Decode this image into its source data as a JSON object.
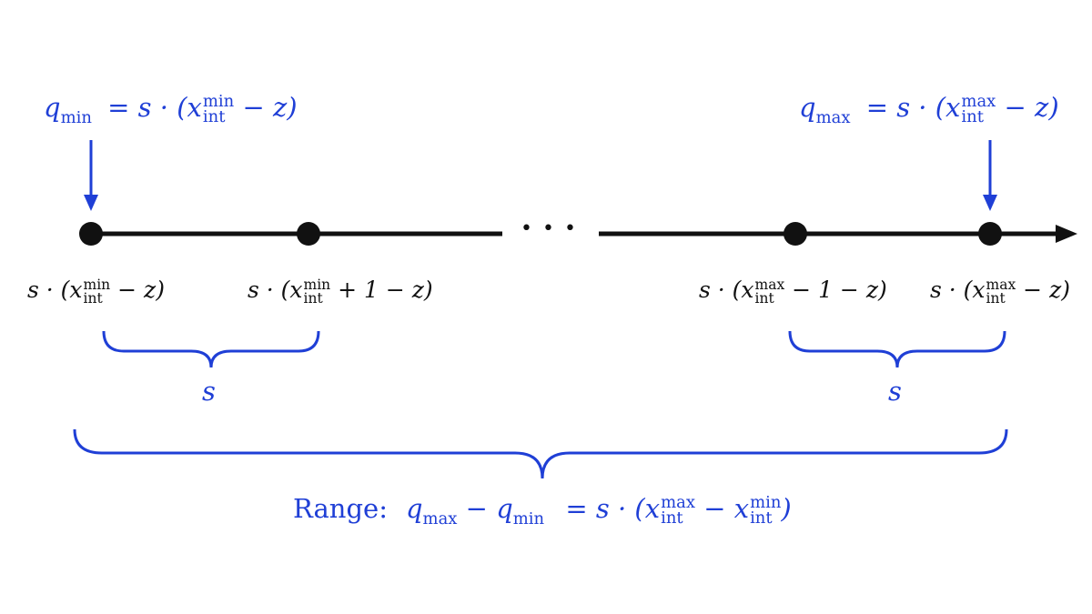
{
  "colors": {
    "accent": "#1f3fd6",
    "axis": "#111111"
  },
  "top_left": {
    "lhs": "q",
    "lhs_sub": "min",
    "rhs_pre": "= s · (x",
    "sup": "min",
    "sub": "int",
    "rhs_post": "− z)"
  },
  "top_right": {
    "lhs": "q",
    "lhs_sub": "max",
    "rhs_pre": "= s · (x",
    "sup": "max",
    "sub": "int",
    "rhs_post": "− z)"
  },
  "ellipsis": "• • •",
  "tick_labels": [
    {
      "pre": "s · (x",
      "sup": "min",
      "sub": "int",
      "post": "− z)"
    },
    {
      "pre": "s · (x",
      "sup": "min",
      "sub": "int",
      "post": "+ 1 − z)"
    },
    {
      "pre": "s · (x",
      "sup": "max",
      "sub": "int",
      "post": "− 1 − z)"
    },
    {
      "pre": "s · (x",
      "sup": "max",
      "sub": "int",
      "post": "− z)"
    }
  ],
  "brace_left_label": "s",
  "brace_right_label": "s",
  "range": {
    "word": "Range:",
    "lhs": "q",
    "lhs_sub1": "max",
    "minus": "−",
    "lhs2": "q",
    "lhs_sub2": "min",
    "eq": "= s · (x",
    "sup1": "max",
    "sub1": "int",
    "minus2": "− x",
    "sup2": "min",
    "sub2": "int",
    "close": ")"
  }
}
